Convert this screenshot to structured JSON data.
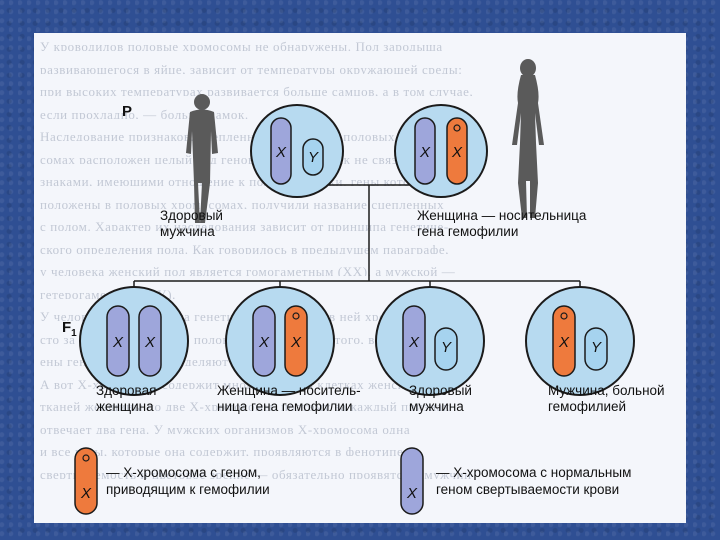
{
  "generations": {
    "parents_label": "P",
    "f1_label": "F",
    "f1_sub": "1"
  },
  "parents": [
    {
      "caption_line1": "Здоровый",
      "caption_line2": "мужчина",
      "chromosomes": [
        "X",
        "Y"
      ]
    },
    {
      "caption_line1": "Женщина — носительница",
      "caption_line2": "гена гемофилии",
      "chromosomes": [
        "X",
        "X"
      ]
    }
  ],
  "offspring": [
    {
      "caption_line1": "Здоровая",
      "caption_line2": "женщина",
      "chromosomes": [
        "X",
        "X"
      ]
    },
    {
      "caption_line1": "Женщина — носитель-",
      "caption_line2": "ница гена гемофилии",
      "chromosomes": [
        "X",
        "X"
      ]
    },
    {
      "caption_line1": "Здоровый",
      "caption_line2": "мужчина",
      "chromosomes": [
        "X",
        "Y"
      ]
    },
    {
      "caption_line1": "Мужчина, больной",
      "caption_line2": "гемофилией",
      "chromosomes": [
        "X",
        "Y"
      ]
    }
  ],
  "legend": [
    {
      "symbol": "X",
      "line1": "— X-хромосома с геном,",
      "line2": "приводящим к гемофилии"
    },
    {
      "symbol": "X",
      "line1": "— X-хромосома с нормальным",
      "line2": "геном свертываемости крови"
    }
  ],
  "background_text": [
    "У кроводилов половые хромосомы не обнаружены. Пол зародыша",
    "развивающегося в яйце, зависит от температуры окружающей среды:",
    "при высоких температурах развивается больше самцов, а в том случае,",
    "если прохладно, — больше самок.",
    "Наследование признаков, сцепленных с полом. В половых хромо-",
    "сомах расположен целый ряд генов, которые никак не связаны с при-",
    "знаками, имеющими отношение к полу. Признаки, гены которых рас-",
    "положены в половых хромосомах, получили название сцепленных",
    "с полом. Характер их наследования зависит от принципа генетиче-",
    "ского определения пола. Как говорилось в предыдущем параграфе,",
    "у человека женский пол является гомогаметным (XX), а мужской —",
    "гетерогаметным (XY).",
    "У человека Y-хромосома генетически инертна, в ней хромосома мало-",
    "сто за развитие мужских половых желез. Кроме того, в ней сцепл",
    "ены гены, которые определяют размер зубов.",
    "А вот X-хромосома содержит много генов. В клетках женских",
    "тканей женщины по две X-хромосомы, поэтому за каждый признак",
    "отвечает два гена. У мужских организмов X-хромосома одна",
    "и все гены, которые она содержит, проявляются в фенотипе.",
    "свертываемость и цветовое зрение — обязательно проявятся у мужчин"
  ],
  "colors": {
    "cell_fill": "#b7daf0",
    "cell_stroke": "#1b1b1b",
    "normal_x": "#9ea6db",
    "hemo_x": "#ee7a3d",
    "y": "#a6d3ef",
    "frame": "#2f4f93"
  },
  "icons": [
    "male-silhouette-icon",
    "female-silhouette-icon"
  ]
}
